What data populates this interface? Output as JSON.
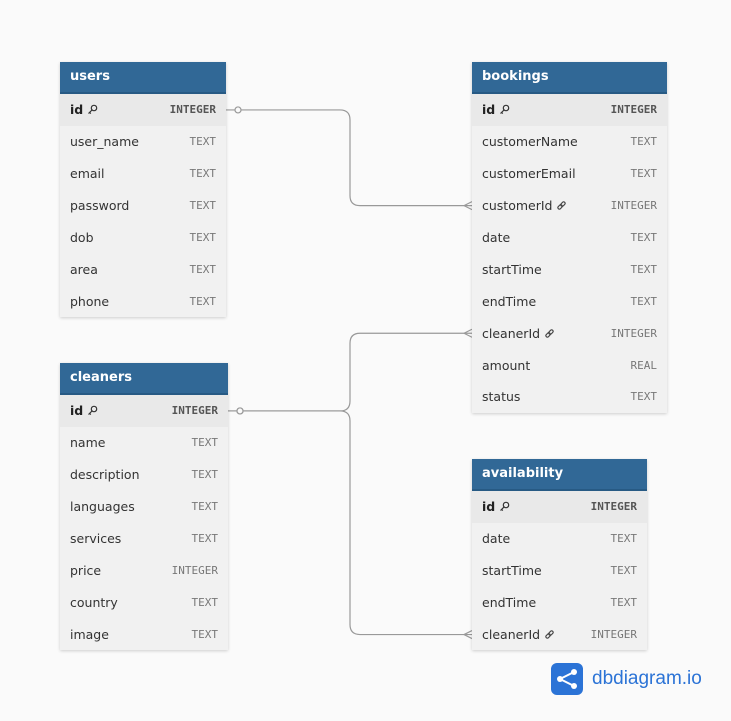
{
  "tables": [
    {
      "id": "users",
      "name": "users",
      "columns": [
        {
          "name": "id",
          "type": "INTEGER",
          "pk": true
        },
        {
          "name": "user_name",
          "type": "TEXT"
        },
        {
          "name": "email",
          "type": "TEXT"
        },
        {
          "name": "password",
          "type": "TEXT"
        },
        {
          "name": "dob",
          "type": "TEXT"
        },
        {
          "name": "area",
          "type": "TEXT"
        },
        {
          "name": "phone",
          "type": "TEXT"
        }
      ]
    },
    {
      "id": "bookings",
      "name": "bookings",
      "columns": [
        {
          "name": "id",
          "type": "INTEGER",
          "pk": true
        },
        {
          "name": "customerName",
          "type": "TEXT"
        },
        {
          "name": "customerEmail",
          "type": "TEXT"
        },
        {
          "name": "customerId",
          "type": "INTEGER",
          "fk": true
        },
        {
          "name": "date",
          "type": "TEXT"
        },
        {
          "name": "startTime",
          "type": "TEXT"
        },
        {
          "name": "endTime",
          "type": "TEXT"
        },
        {
          "name": "cleanerId",
          "type": "INTEGER",
          "fk": true
        },
        {
          "name": "amount",
          "type": "REAL"
        },
        {
          "name": "status",
          "type": "TEXT"
        }
      ]
    },
    {
      "id": "cleaners",
      "name": "cleaners",
      "columns": [
        {
          "name": "id",
          "type": "INTEGER",
          "pk": true
        },
        {
          "name": "name",
          "type": "TEXT"
        },
        {
          "name": "description",
          "type": "TEXT"
        },
        {
          "name": "languages",
          "type": "TEXT"
        },
        {
          "name": "services",
          "type": "TEXT"
        },
        {
          "name": "price",
          "type": "INTEGER"
        },
        {
          "name": "country",
          "type": "TEXT"
        },
        {
          "name": "image",
          "type": "TEXT"
        }
      ]
    },
    {
      "id": "availability",
      "name": "availability",
      "columns": [
        {
          "name": "id",
          "type": "INTEGER",
          "pk": true
        },
        {
          "name": "date",
          "type": "TEXT"
        },
        {
          "name": "startTime",
          "type": "TEXT"
        },
        {
          "name": "endTime",
          "type": "TEXT"
        },
        {
          "name": "cleanerId",
          "type": "INTEGER",
          "fk": true
        }
      ]
    }
  ],
  "relations": [
    {
      "from": "users.id",
      "to": "bookings.customerId",
      "cardinality": "one-to-many"
    },
    {
      "from": "cleaners.id",
      "to": "bookings.cleanerId",
      "cardinality": "one-to-many"
    },
    {
      "from": "cleaners.id",
      "to": "availability.cleanerId",
      "cardinality": "one-to-many"
    }
  ],
  "brand": {
    "name": "dbdiagram.io",
    "color": "#2b73d6"
  },
  "colors": {
    "header": "#316896",
    "row_bg": "#f1f1f1",
    "pk_row_bg": "#e9e9e9",
    "connector": "#999999"
  }
}
